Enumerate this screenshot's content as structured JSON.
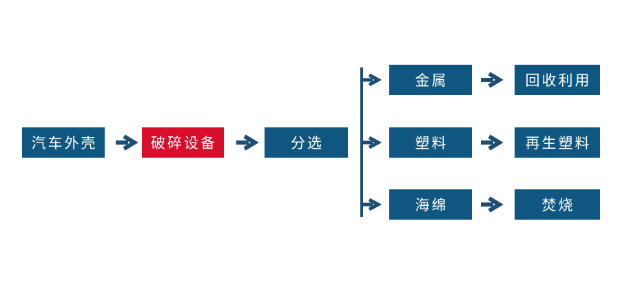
{
  "flowchart": {
    "background": "#FFFFFF",
    "colors": {
      "node_fill_blue": "#0F5680",
      "node_fill_red": "#D80E2B",
      "node_text": "#FFFFFF",
      "arrow": "#1E4E74",
      "connector_line": "#1E4E74"
    },
    "nodes": {
      "car_shell": {
        "label": "汽车外壳",
        "fill": "#0F5680"
      },
      "crushing_equipment": {
        "label": "破碎设备",
        "fill": "#D80E2B"
      },
      "sorting": {
        "label": "分选",
        "fill": "#0F5680"
      },
      "metal": {
        "label": "金属",
        "fill": "#0F5680"
      },
      "recycling": {
        "label": "回收利用",
        "fill": "#0F5680"
      },
      "plastic": {
        "label": "塑料",
        "fill": "#0F5680"
      },
      "recycled_plastic": {
        "label": "再生塑料",
        "fill": "#0F5680"
      },
      "sponge": {
        "label": "海绵",
        "fill": "#0F5680"
      },
      "incineration": {
        "label": "焚烧",
        "fill": "#0F5680"
      }
    },
    "edges": [
      {
        "from": "汽车外壳",
        "to": "破碎设备"
      },
      {
        "from": "破碎设备",
        "to": "分选"
      },
      {
        "from": "分选",
        "to": "金属"
      },
      {
        "from": "分选",
        "to": "塑料"
      },
      {
        "from": "分选",
        "to": "海绵"
      },
      {
        "from": "金属",
        "to": "回收利用"
      },
      {
        "from": "塑料",
        "to": "再生塑料"
      },
      {
        "from": "海绵",
        "to": "焚烧"
      }
    ]
  }
}
